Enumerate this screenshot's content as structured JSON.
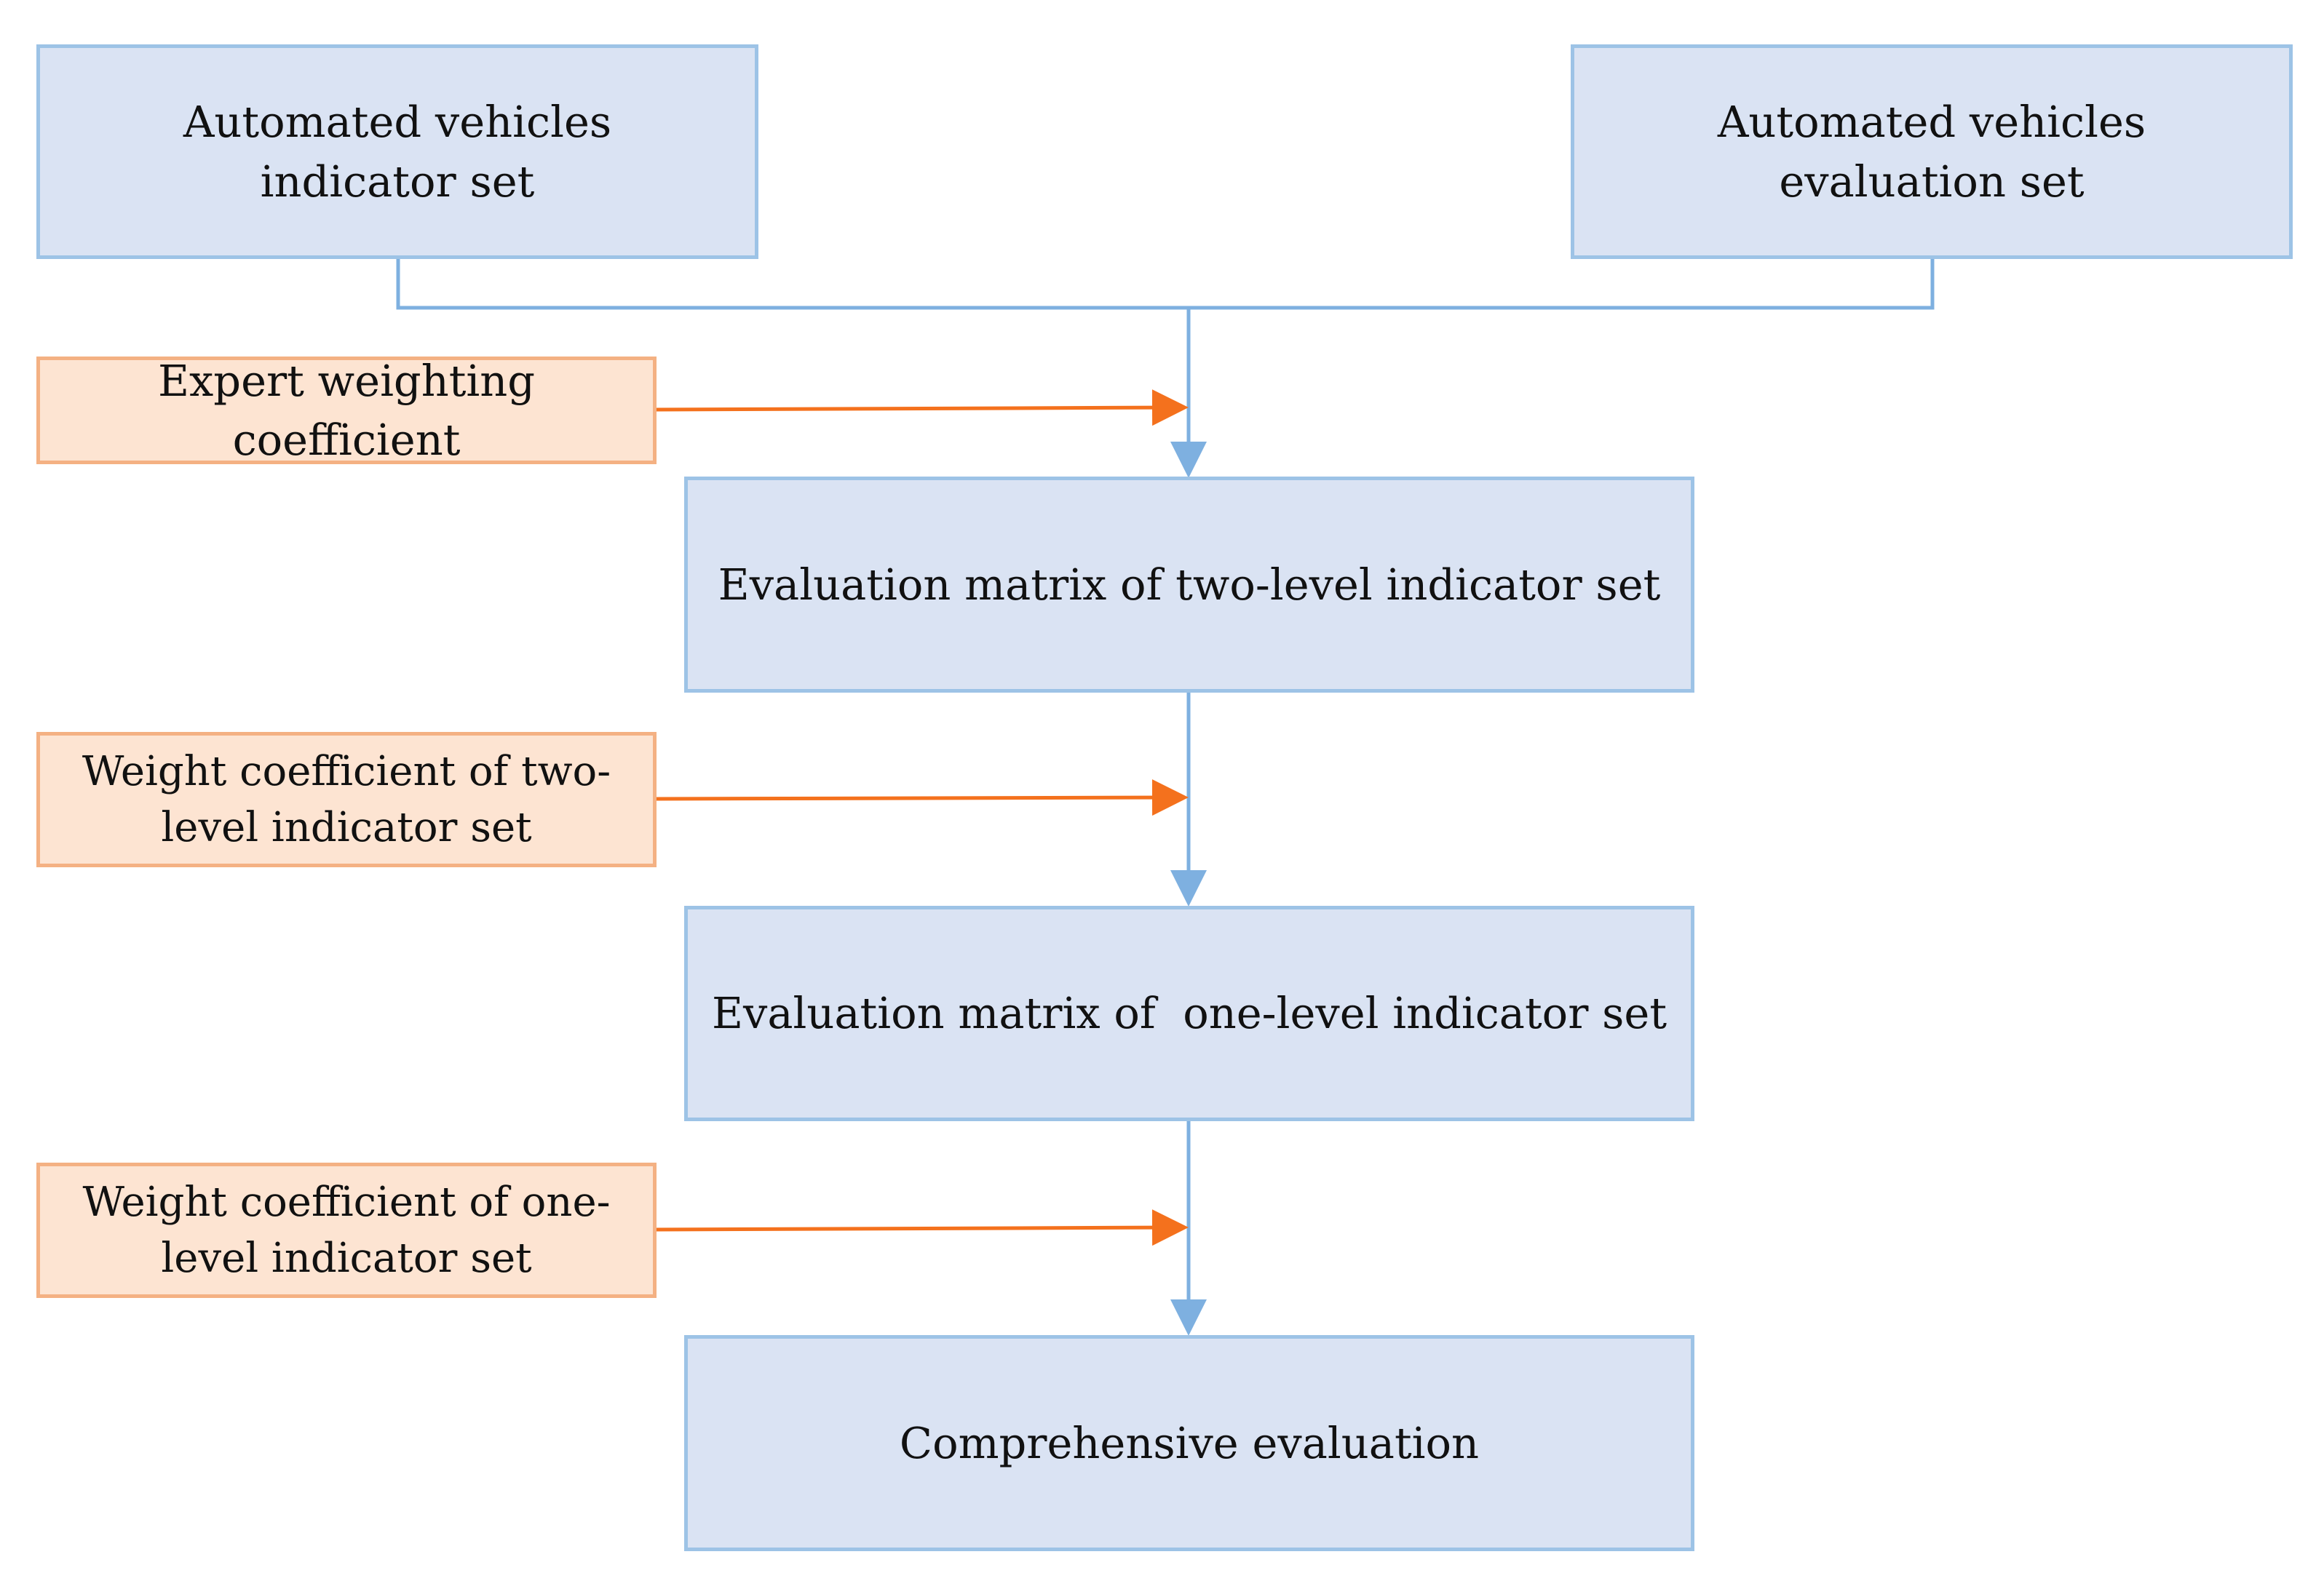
{
  "nodes": {
    "indicator_set": "Automated vehicles indicator set",
    "evaluation_set": "Automated vehicles evaluation set",
    "expert_weighting": "Expert weighting coefficient",
    "matrix_two_level": "Evaluation matrix of two-level indicator set",
    "weight_two_level": "Weight coefficient of two-level indicator set",
    "matrix_one_level": "Evaluation matrix of  one-level indicator set",
    "weight_one_level": "Weight coefficient of one-level indicator set",
    "comprehensive": "Comprehensive evaluation"
  },
  "colors": {
    "process_fill": "#dae3f3",
    "process_border": "#9dc3e6",
    "flow_line": "#7eb0e0",
    "input_fill": "#fde4d2",
    "input_border": "#f4b183",
    "input_arrow": "#f4711d"
  }
}
